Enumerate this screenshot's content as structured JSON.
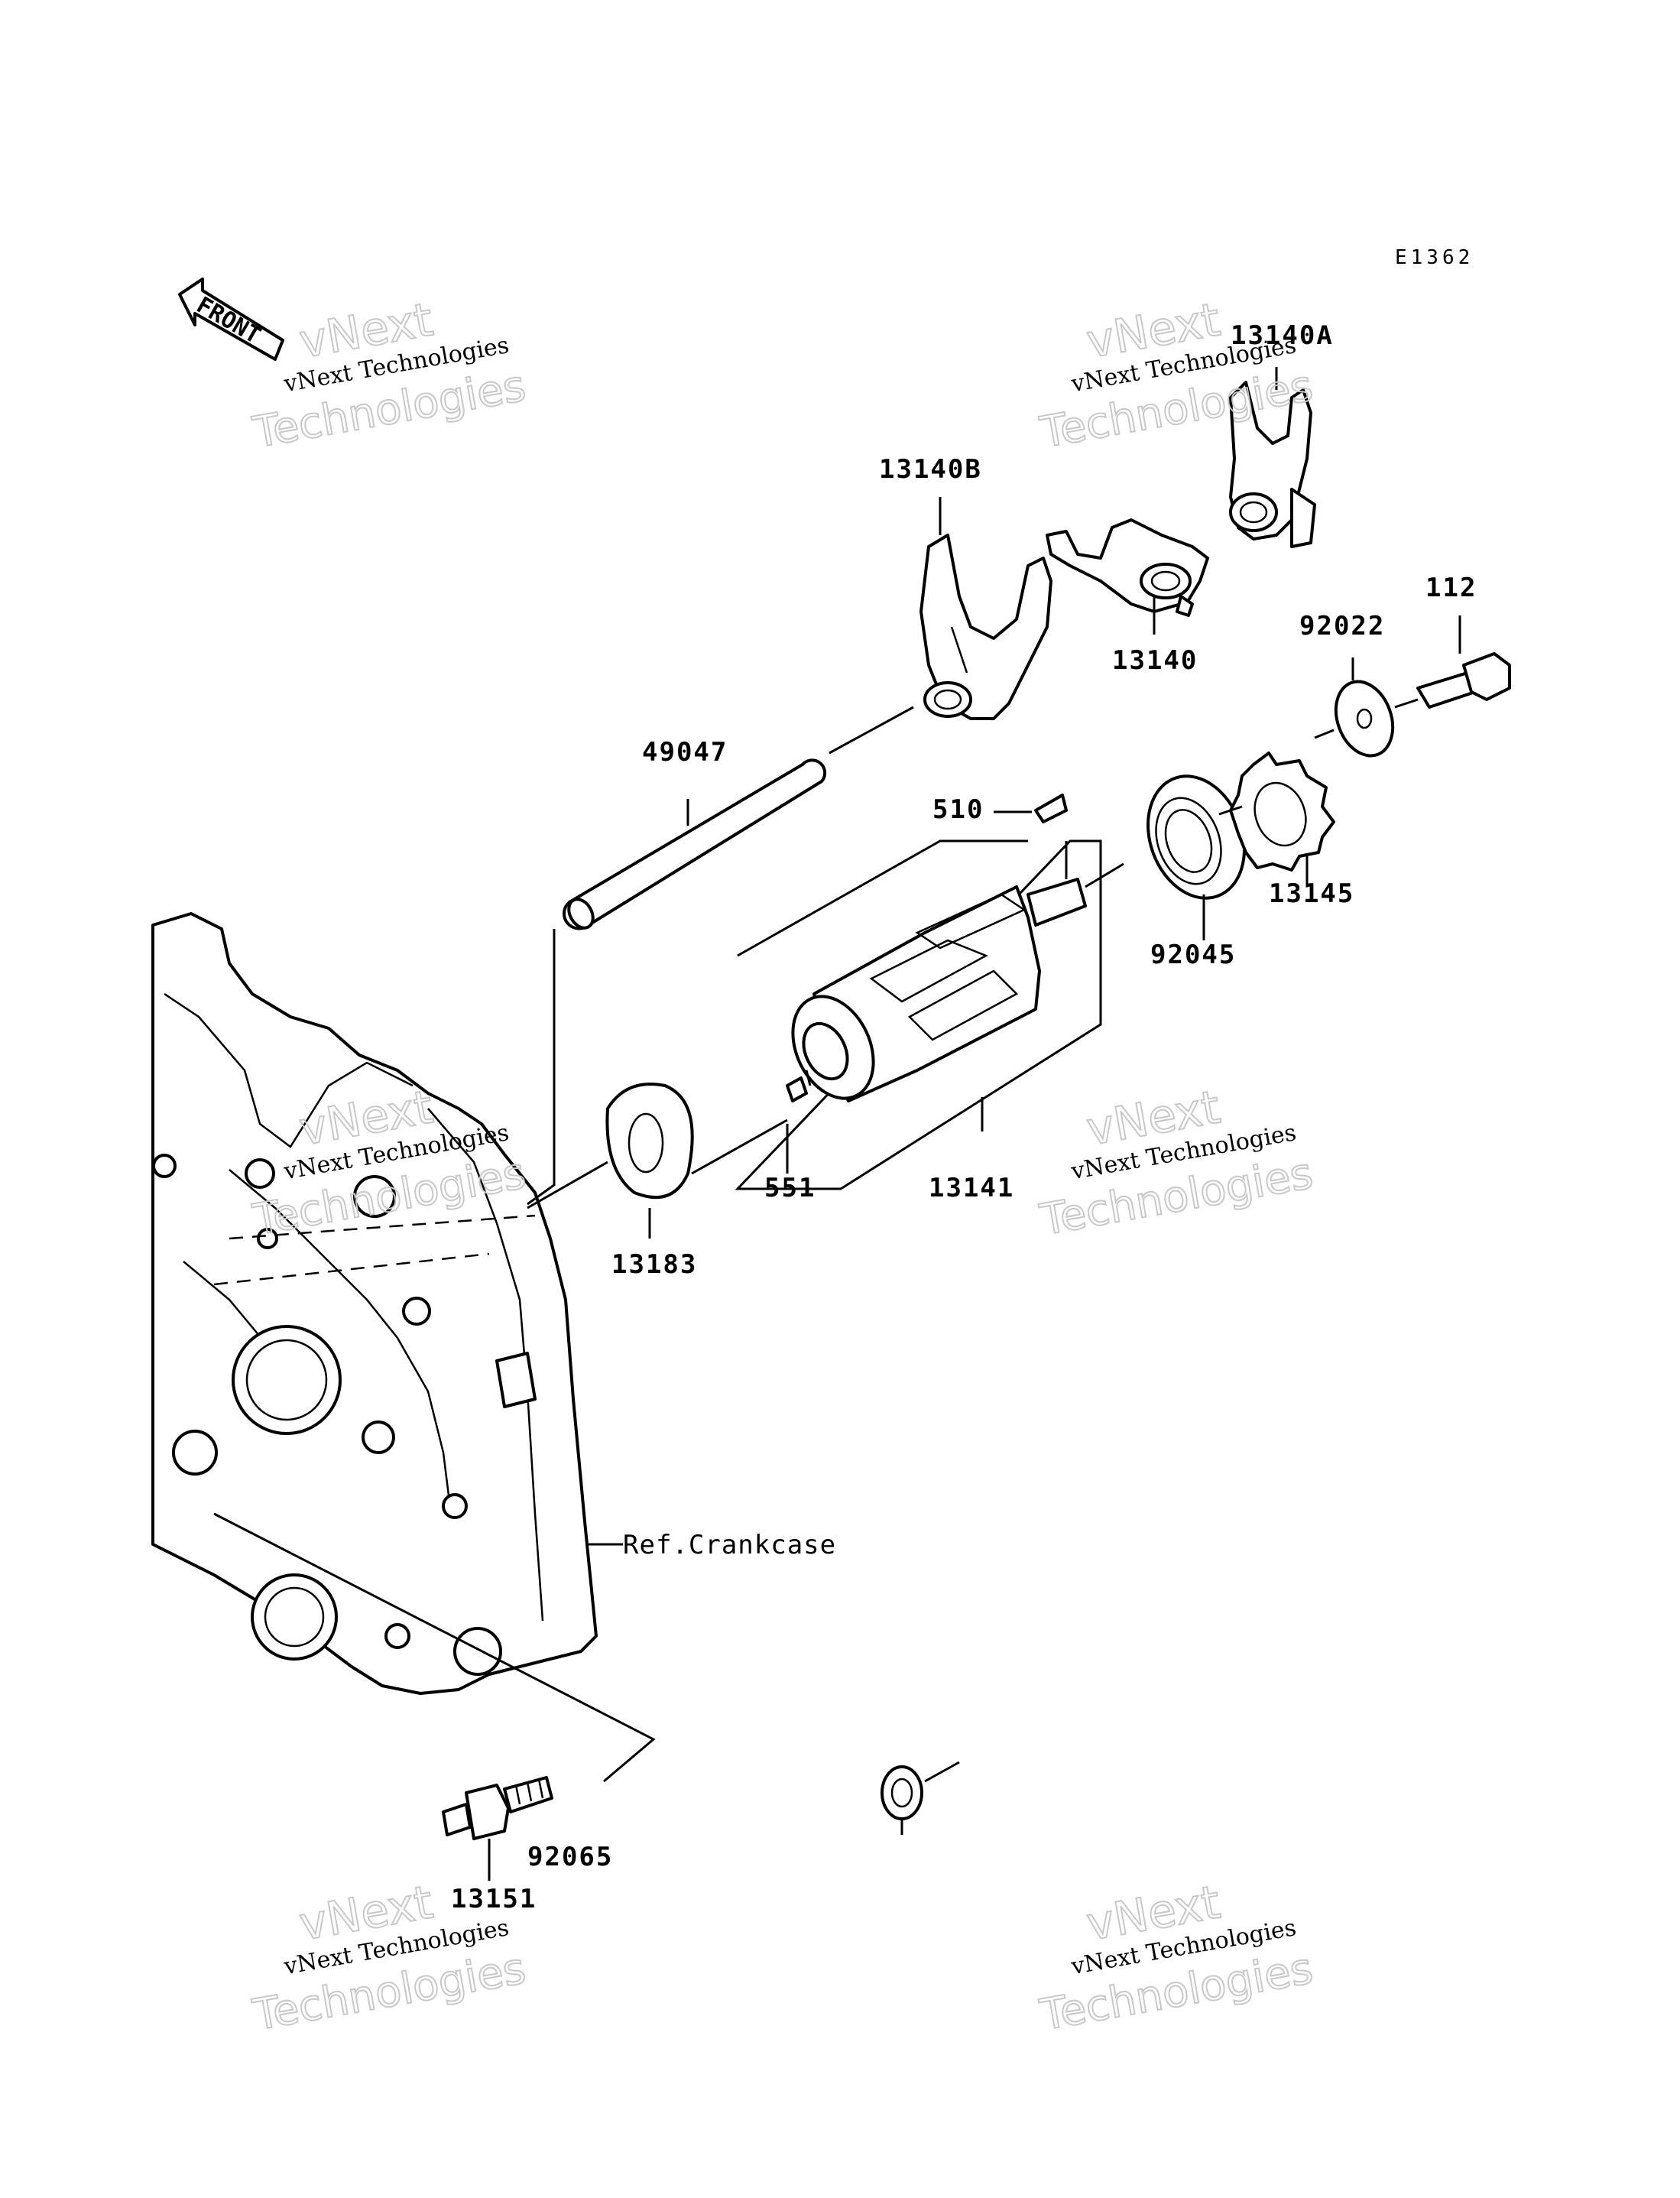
{
  "diagram_code": "E1362",
  "front_label": "FRONT",
  "ref_label": "Ref.Crankcase",
  "parts": [
    {
      "id": "p13140a",
      "number": "13140A"
    },
    {
      "id": "p13140b",
      "number": "13140B"
    },
    {
      "id": "p13140",
      "number": "13140"
    },
    {
      "id": "p112",
      "number": "112"
    },
    {
      "id": "p92022",
      "number": "92022"
    },
    {
      "id": "p49047",
      "number": "49047"
    },
    {
      "id": "p510",
      "number": "510"
    },
    {
      "id": "p13145",
      "number": "13145"
    },
    {
      "id": "p92045",
      "number": "92045"
    },
    {
      "id": "p551",
      "number": "551"
    },
    {
      "id": "p13141",
      "number": "13141"
    },
    {
      "id": "p13183",
      "number": "13183"
    },
    {
      "id": "p92065",
      "number": "92065"
    },
    {
      "id": "p13151",
      "number": "13151"
    }
  ],
  "watermark": {
    "line1": "vNext",
    "line2": "vNext Technologies",
    "line3": "Technologies"
  }
}
